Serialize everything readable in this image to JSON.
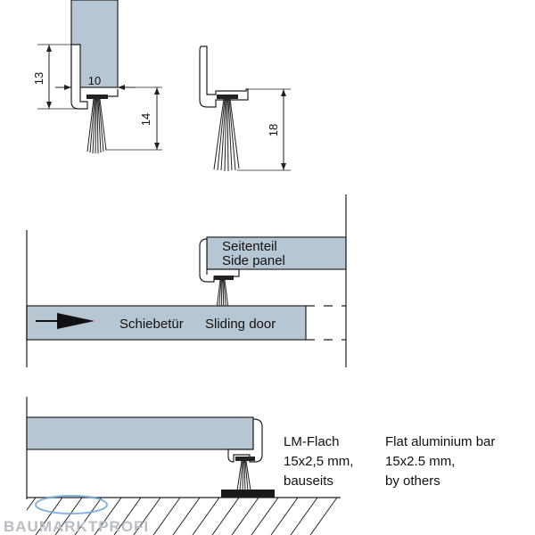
{
  "dimensions": {
    "height_13": "13",
    "width_10": "10",
    "height_14": "14",
    "height_18": "18"
  },
  "labels": {
    "side_panel_de": "Seitenteil",
    "side_panel_en": "Side panel",
    "sliding_door_de": "Schiebetür",
    "sliding_door_en": "Sliding door",
    "flat_de_1": "LM-Flach",
    "flat_de_2": "15x2,5 mm,",
    "flat_de_3": "bauseits",
    "flat_en_1": "Flat aluminium bar",
    "flat_en_2": "15x2.5 mm,",
    "flat_en_3": "by others"
  },
  "watermark": {
    "text": "BAUMARKTPROFI",
    "color": "#b8bec4"
  },
  "colors": {
    "profile_fill": "#b7c6d3",
    "brush": "#222222",
    "line": "#222222"
  }
}
